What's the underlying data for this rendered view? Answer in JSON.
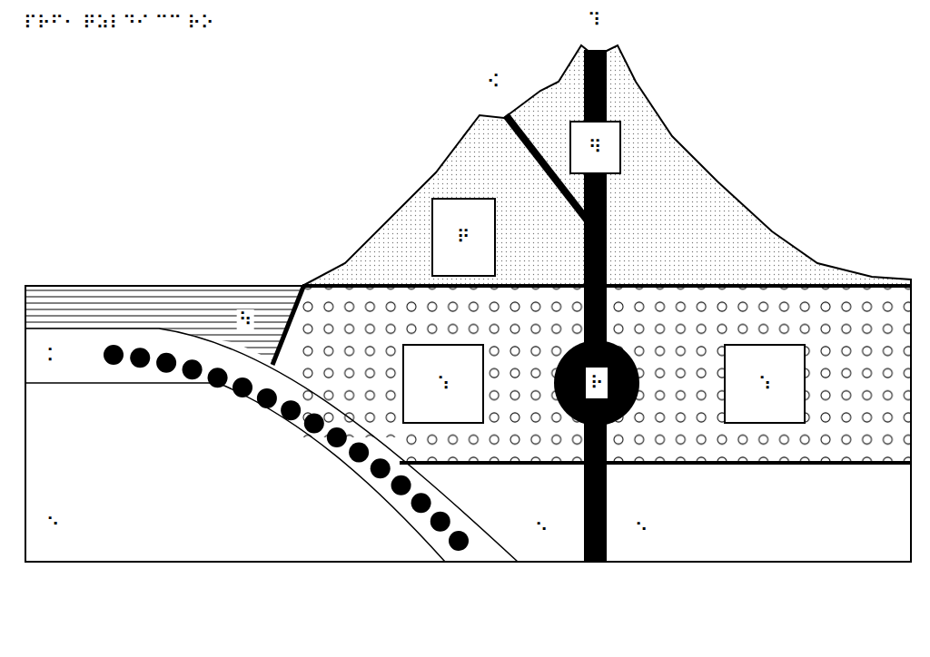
{
  "diagram": {
    "title": "⠏⠗⠋⠂ ⠟⠵⠇⠙⠊ ⠉⠉ ⠗⠕",
    "nodes": [
      {
        "text": [
          "⠻"
        ]
      },
      {
        "text": [
          "⠟"
        ]
      },
      {
        "text": [
          "⠱"
        ]
      },
      {
        "text": [
          "⠗"
        ]
      },
      {
        "text": [
          "⠱"
        ]
      }
    ],
    "labels": [
      "⠹",
      "⠪",
      "⠳",
      "⠅",
      "⠑",
      "⠑",
      "⠑"
    ]
  }
}
